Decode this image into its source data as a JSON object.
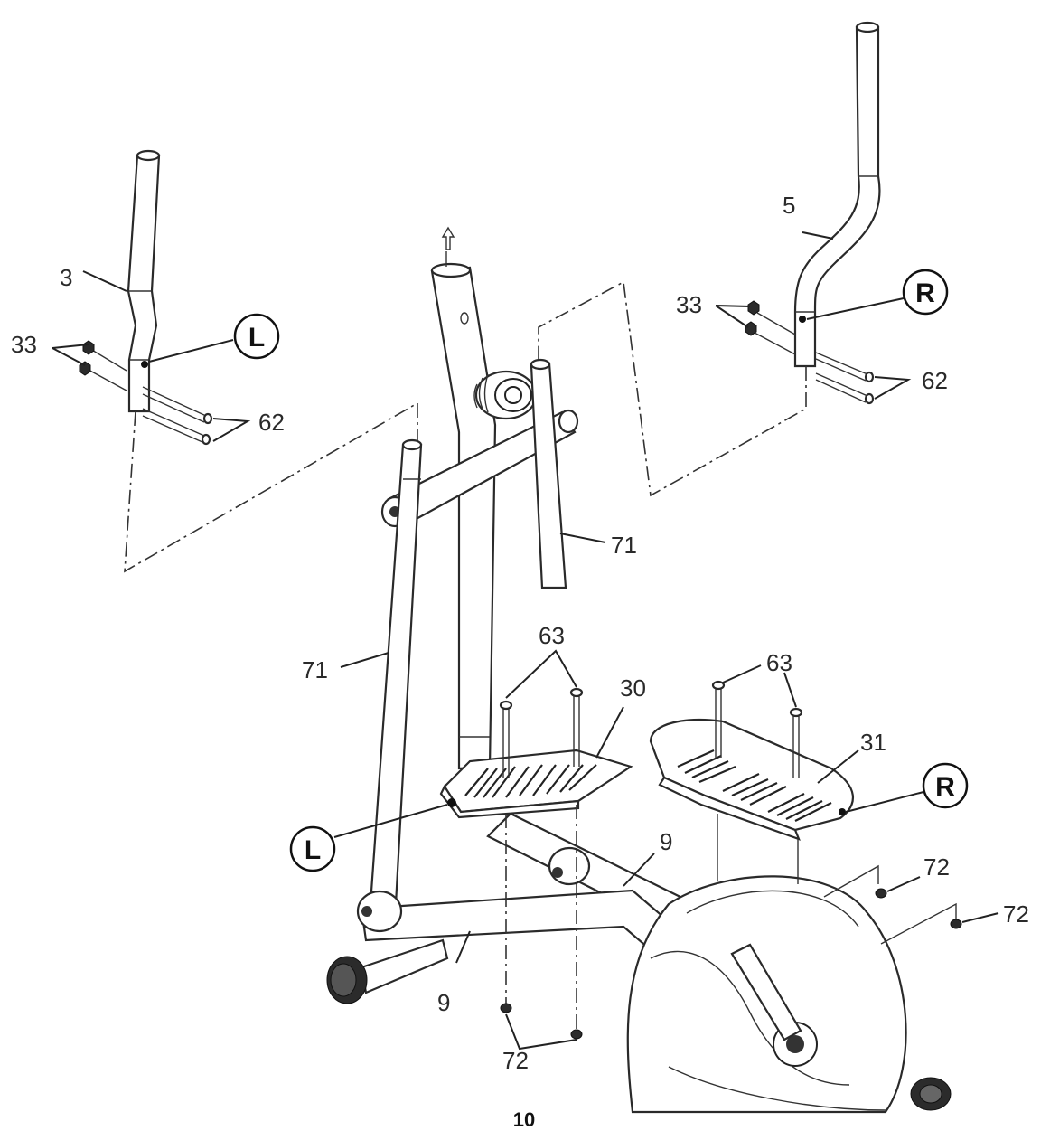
{
  "page_number": "10",
  "part_labels": {
    "p3": "3",
    "p5": "5",
    "p33_left": "33",
    "p33_right": "33",
    "p62_left": "62",
    "p62_right": "62",
    "p71_upper": "71",
    "p71_lower": "71",
    "p63_left": "63",
    "p63_right": "63",
    "p30": "30",
    "p31": "31",
    "p9_upper": "9",
    "p9_lower": "9",
    "p72_right_a": "72",
    "p72_right_b": "72",
    "p72_bottom": "72"
  },
  "side_markers": {
    "left_handle": "L",
    "right_handle": "R",
    "left_pedal": "L",
    "right_pedal": "R"
  }
}
